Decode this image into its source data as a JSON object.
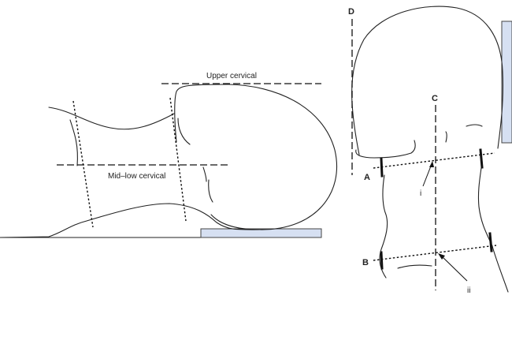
{
  "labels": {
    "upper_cervical": "Upper cervical",
    "mid_low_cervical": "Mid–low cervical",
    "line_a": "A",
    "line_b": "B",
    "line_c": "C",
    "line_d": "D",
    "marker_i": "i",
    "marker_ii": "ii"
  },
  "colors": {
    "support": "#d6e0f2",
    "support_border": "#444444",
    "line": "#111111"
  }
}
